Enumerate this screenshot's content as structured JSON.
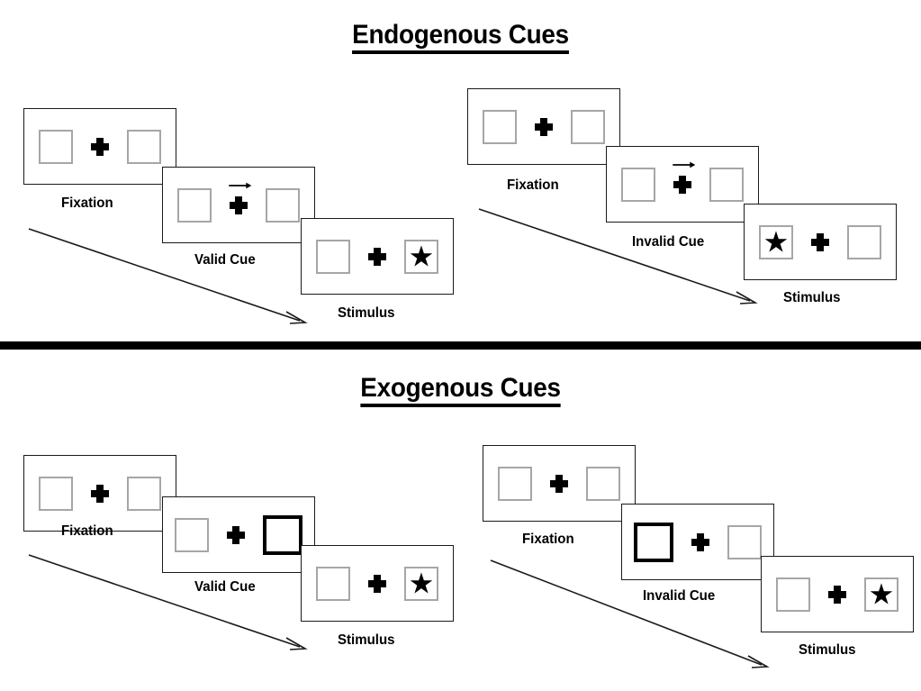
{
  "figure": {
    "background_color": "#ffffff",
    "ink_color": "#000000",
    "box_gray": "#a6a6a6",
    "divider_color": "#000000"
  },
  "sections": [
    {
      "id": "endogenous",
      "title": "Endogenous Cues",
      "cue_type": "arrow",
      "sequences": [
        {
          "id": "valid",
          "panels": [
            {
              "label": "Fixation",
              "left_box": "empty",
              "right_box": "empty",
              "center": "plus"
            },
            {
              "label": "Valid Cue",
              "left_box": "empty",
              "right_box": "empty",
              "center": "plus-with-arrow",
              "arrow_direction": "right"
            },
            {
              "label": "Stimulus",
              "left_box": "empty",
              "right_box": "star",
              "center": "plus"
            }
          ]
        },
        {
          "id": "invalid",
          "panels": [
            {
              "label": "Fixation",
              "left_box": "empty",
              "right_box": "empty",
              "center": "plus"
            },
            {
              "label": "Invalid Cue",
              "left_box": "empty",
              "right_box": "empty",
              "center": "plus-with-arrow",
              "arrow_direction": "right"
            },
            {
              "label": "Stimulus",
              "left_box": "star",
              "right_box": "empty",
              "center": "plus"
            }
          ]
        }
      ]
    },
    {
      "id": "exogenous",
      "title": "Exogenous Cues",
      "cue_type": "box-flash",
      "sequences": [
        {
          "id": "valid",
          "panels": [
            {
              "label": "Fixation",
              "left_box": "empty",
              "right_box": "empty",
              "center": "plus"
            },
            {
              "label": "Valid Cue",
              "left_box": "empty",
              "right_box": "cue",
              "center": "plus"
            },
            {
              "label": "Stimulus",
              "left_box": "empty",
              "right_box": "star",
              "center": "plus"
            }
          ]
        },
        {
          "id": "invalid",
          "panels": [
            {
              "label": "Fixation",
              "left_box": "empty",
              "right_box": "empty",
              "center": "plus"
            },
            {
              "label": "Invalid Cue",
              "left_box": "cue",
              "right_box": "empty",
              "center": "plus"
            },
            {
              "label": "Stimulus",
              "left_box": "empty",
              "right_box": "star",
              "center": "plus"
            }
          ]
        }
      ]
    }
  ],
  "glyphs": {
    "star": "★"
  },
  "captions": {
    "endo_valid_fixation": "Fixation",
    "endo_valid_cue": "Valid Cue",
    "endo_valid_stimulus": "Stimulus",
    "endo_invalid_fixation": "Fixation",
    "endo_invalid_cue": "Invalid Cue",
    "endo_invalid_stimulus": "Stimulus",
    "exo_valid_fixation": "Fixation",
    "exo_valid_cue": "Valid Cue",
    "exo_valid_stimulus": "Stimulus",
    "exo_invalid_fixation": "Fixation",
    "exo_invalid_cue": "Invalid Cue",
    "exo_invalid_stimulus": "Stimulus"
  },
  "titles": {
    "endogenous": "Endogenous Cues",
    "exogenous": "Exogenous Cues"
  }
}
